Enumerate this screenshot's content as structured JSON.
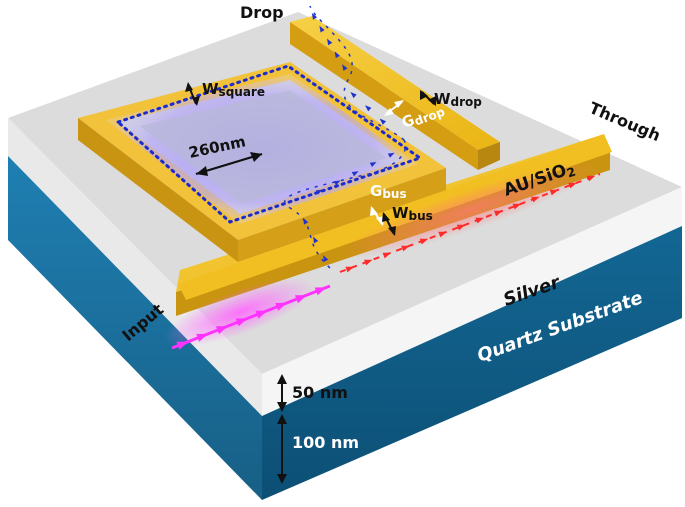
{
  "labels": {
    "drop": "Drop",
    "through": "Through",
    "input": "Input",
    "material": "AU/SiO",
    "material_sub": "2",
    "silver": "Silver",
    "substrate": "Quartz Substrate",
    "ring_size": "260nm",
    "w_square": "W",
    "w_square_sub": "square",
    "w_drop": "W",
    "w_drop_sub": "drop",
    "g_drop": "G",
    "g_drop_sub": "drop",
    "g_bus": "G",
    "g_bus_sub": "bus",
    "w_bus": "W",
    "w_bus_sub": "bus",
    "silver_thickness": "50 nm",
    "substrate_thickness": "100 nm"
  },
  "colors": {
    "gold_top": "#f2bf22",
    "gold_side": "#c99512",
    "silver_top": "#d9d9d9",
    "silver_side": "#eeeeee",
    "substrate_front": "#1a6f9c",
    "substrate_right": "#0e5a86",
    "ring_field": "#8a7cf0",
    "input_arrows": "#ff33ff",
    "through_arrows": "#ff2a2a",
    "drop_arrows": "#2233cc"
  }
}
